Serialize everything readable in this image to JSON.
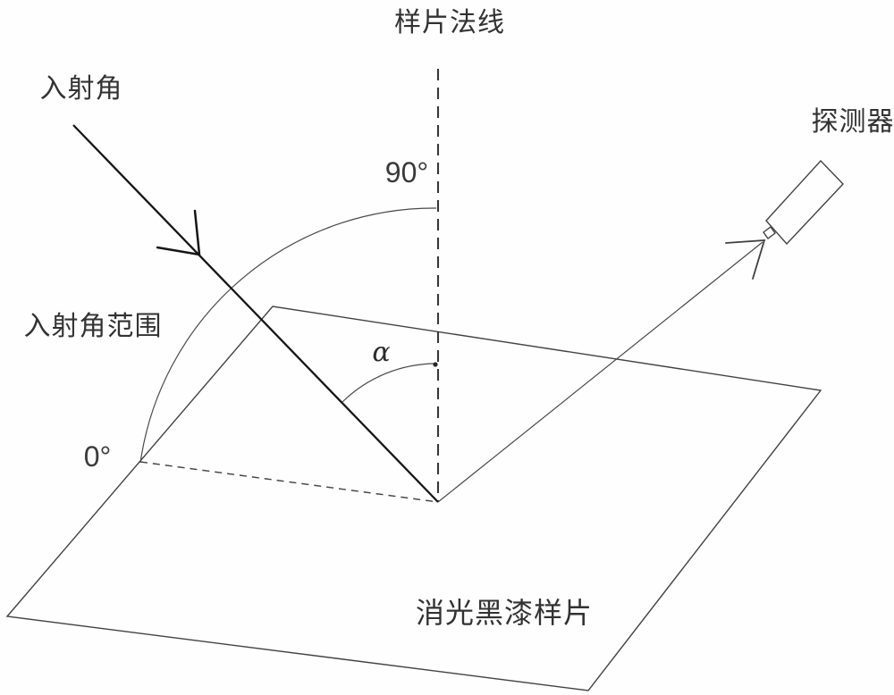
{
  "figure": {
    "type": "optical-measurement-geometry-diagram",
    "labels": {
      "sample_normal": "样片法线",
      "incident_angle": "入射角",
      "angle_90": "90°",
      "incident_angle_range": "入射角范围",
      "angle_0": "0°",
      "angle_alpha": "α",
      "detector": "探测器",
      "sample": "消光黑漆样片"
    },
    "colors": {
      "background": "#fefefe",
      "thin_line": "#424242",
      "bold_ray": "#161616",
      "text": "#323232"
    }
  }
}
